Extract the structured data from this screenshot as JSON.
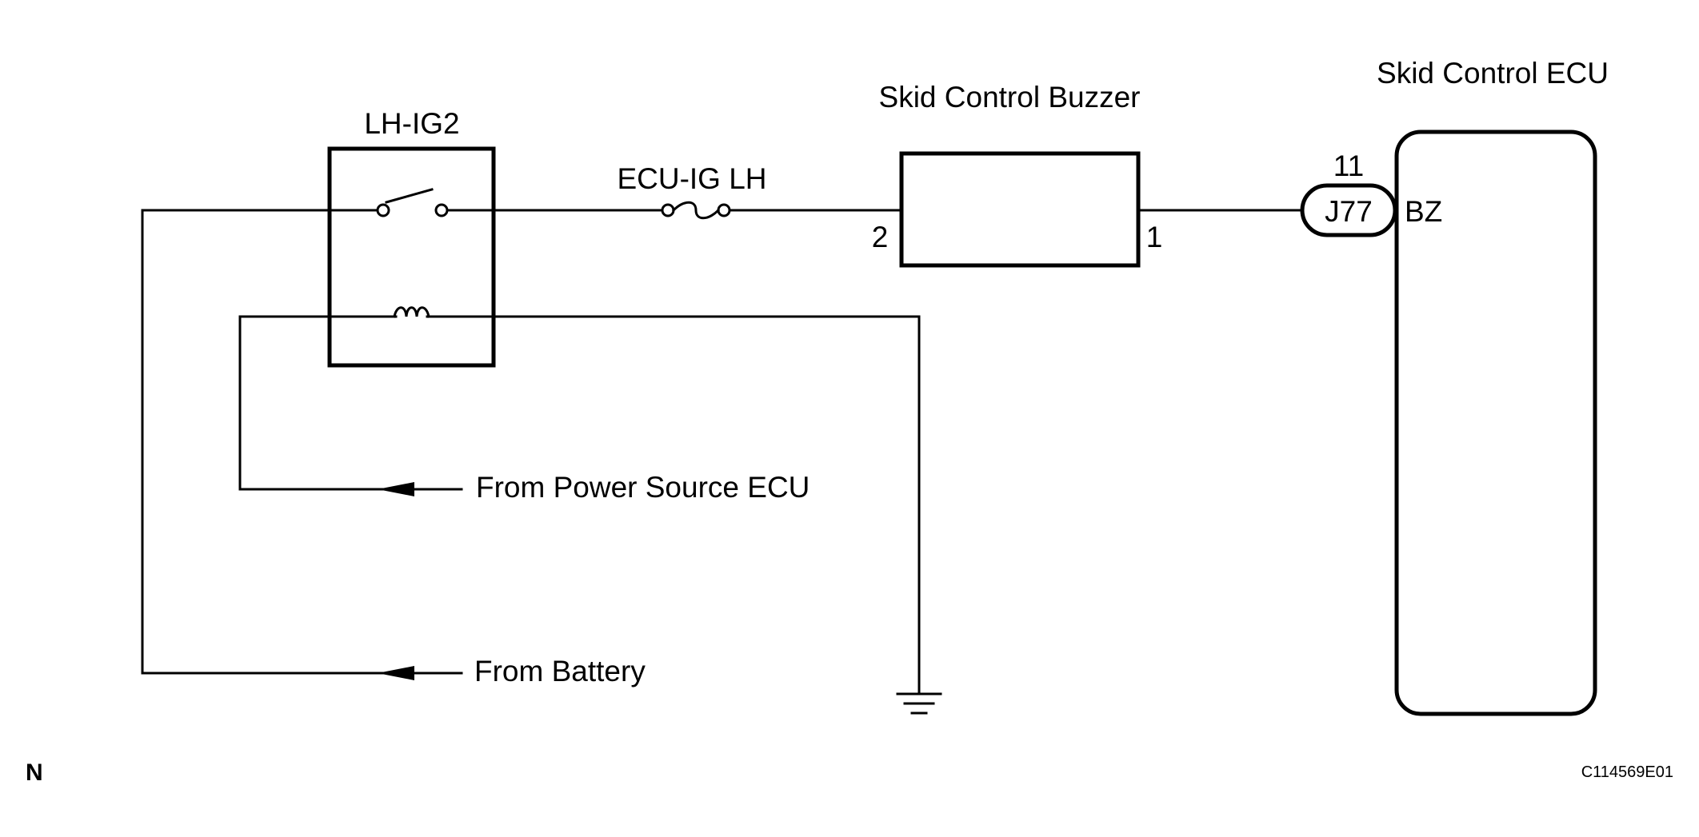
{
  "relay": {
    "label": "LH-IG2"
  },
  "fuse": {
    "label": "ECU-IG LH"
  },
  "buzzer": {
    "label": "Skid Control Buzzer",
    "pin_left": "2",
    "pin_right": "1"
  },
  "ecu": {
    "label": "Skid Control ECU",
    "connector": "J77",
    "pin": "11",
    "terminal": "BZ"
  },
  "sources": {
    "power_source": "From Power Source ECU",
    "battery": "From Battery"
  },
  "footer": {
    "corner_mark": "N",
    "figure_code": "C114569E01"
  },
  "icons": [
    "relay-switch-icon",
    "relay-coil-icon",
    "fuse-icon",
    "arrow-left-icon",
    "ground-icon"
  ]
}
